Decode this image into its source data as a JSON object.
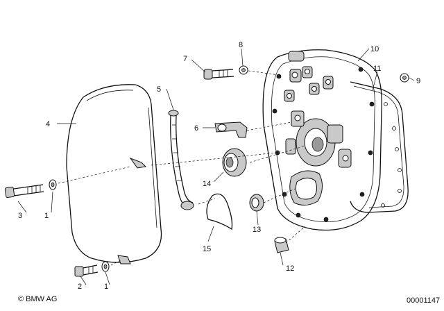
{
  "callouts": {
    "p1a": "1",
    "p1b": "1",
    "p2": "2",
    "p3": "3",
    "p4": "4",
    "p5": "5",
    "p6": "6",
    "p7": "7",
    "p8": "8",
    "p9": "9",
    "p10": "10",
    "p11": "11",
    "p12": "12",
    "p13": "13",
    "p14": "14",
    "p15": "15"
  },
  "footer": {
    "copyright": "© BMW AG",
    "image_number": "00001147"
  }
}
